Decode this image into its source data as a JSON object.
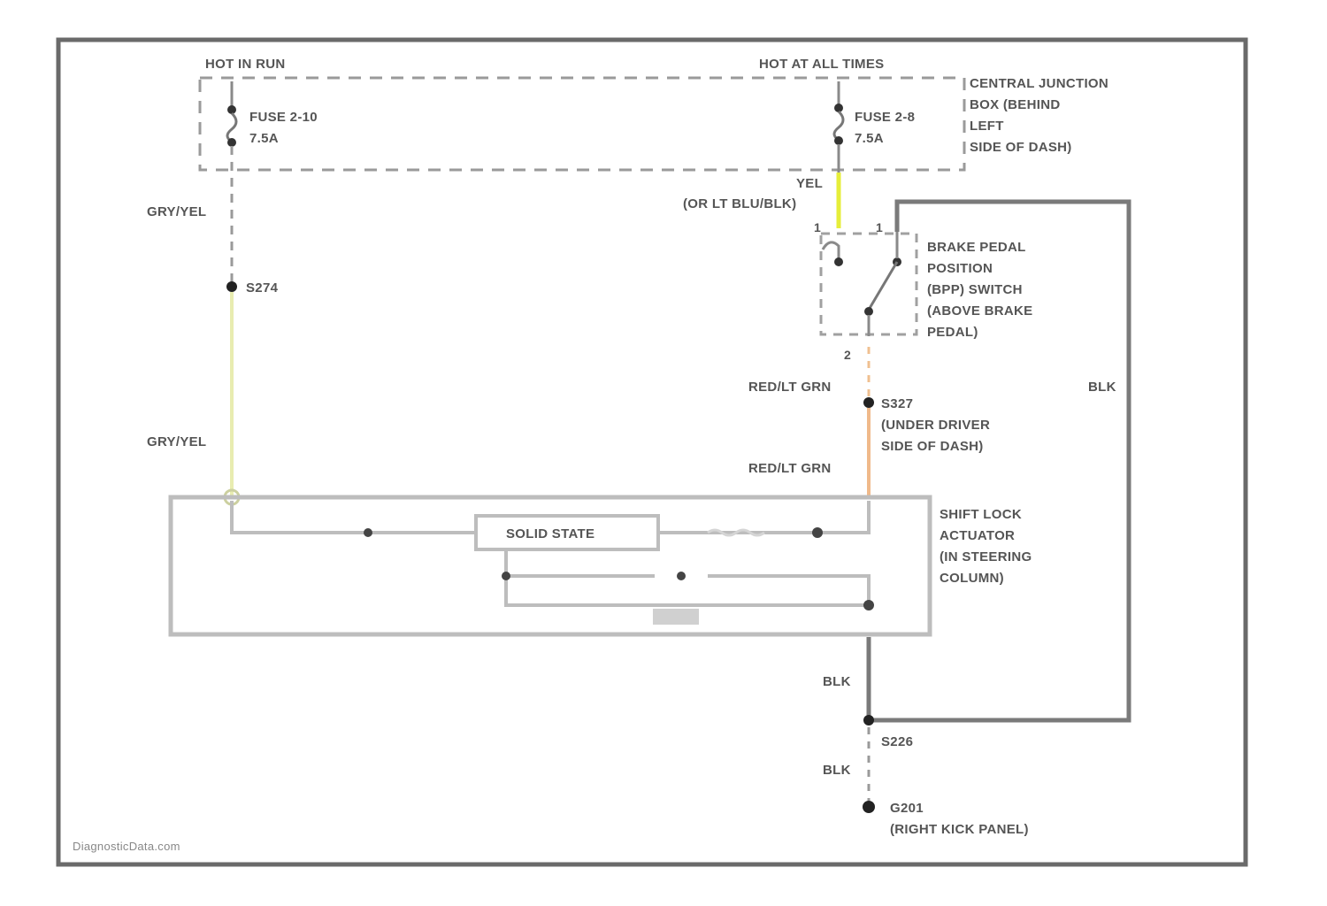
{
  "diagram": {
    "type": "wiring-schematic",
    "watermark": "DiagnosticData.com",
    "power_labels": {
      "hot_in_run": "HOT IN RUN",
      "hot_at_all_times": "HOT AT ALL TIMES"
    },
    "central_junction_box": {
      "line1": "CENTRAL JUNCTION",
      "line2": "BOX (BEHIND",
      "line3": "LEFT",
      "line4": "SIDE OF DASH)"
    },
    "fuses": [
      {
        "name": "FUSE 2-10",
        "rating": "7.5A"
      },
      {
        "name": "FUSE 2-8",
        "rating": "7.5A"
      }
    ],
    "wires": {
      "gry_yel_top": "GRY/YEL",
      "gry_yel_bottom": "GRY/YEL",
      "yel_line1": "YEL",
      "yel_line2": "(OR LT BLU/BLK)",
      "red_lt_grn_top": "RED/LT GRN",
      "red_lt_grn_bottom": "RED/LT GRN",
      "blk_right": "BLK",
      "blk_lower": "BLK",
      "blk_bottom": "BLK"
    },
    "splices": {
      "s274": "S274",
      "s327_line1": "S327",
      "s327_line2": "(UNDER DRIVER",
      "s327_line3": "SIDE OF DASH)",
      "s226": "S226"
    },
    "bpp_switch": {
      "line1": "BRAKE PEDAL",
      "line2": "POSITION",
      "line3": "(BPP) SWITCH",
      "line4": "(ABOVE BRAKE",
      "line5": "PEDAL)",
      "pin1": "1",
      "pin2": "2",
      "pin_top_left": "1"
    },
    "actuator": {
      "line1": "SHIFT LOCK",
      "line2": "ACTUATOR",
      "line3": "(IN STEERING",
      "line4": "COLUMN)",
      "solid_state": "SOLID STATE"
    },
    "ground": {
      "line1": "G201",
      "line2": "(RIGHT KICK PANEL)"
    },
    "colors": {
      "wire_gray": "#8a8a8a",
      "wire_yellow": "#e6ee3a",
      "wire_gry_yel": "#e8ecb0",
      "wire_red_lt_grn": "#f0b98a",
      "frame": "#6a6a6a"
    }
  }
}
